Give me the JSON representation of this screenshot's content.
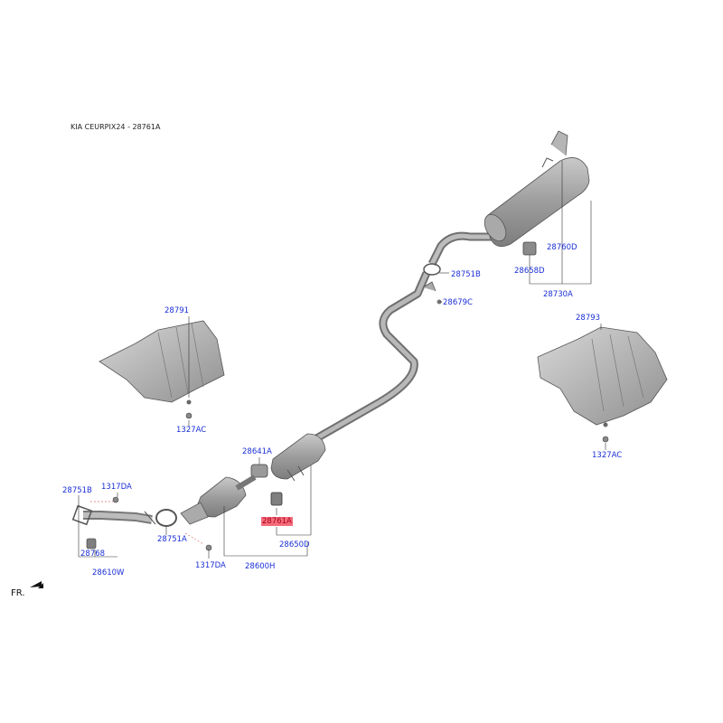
{
  "diagram": {
    "title": "KIA CEURPIX24 - 28761A",
    "front_label": "FR.",
    "highlight_color": "#f26d7d",
    "label_color": "#1a2fd6",
    "part_labels": [
      {
        "id": "28760D",
        "text": "28760D"
      },
      {
        "id": "28658D",
        "text": "28658D"
      },
      {
        "id": "28730A",
        "text": "28730A"
      },
      {
        "id": "28751B_top",
        "text": "28751B"
      },
      {
        "id": "28679C",
        "text": "28679C"
      },
      {
        "id": "28791",
        "text": "28791"
      },
      {
        "id": "28793",
        "text": "28793"
      },
      {
        "id": "1327AC_left",
        "text": "1327AC"
      },
      {
        "id": "1327AC_right",
        "text": "1327AC"
      },
      {
        "id": "28641A",
        "text": "28641A"
      },
      {
        "id": "28751B_left",
        "text": "28751B"
      },
      {
        "id": "1317DA_top",
        "text": "1317DA"
      },
      {
        "id": "28768",
        "text": "28768"
      },
      {
        "id": "28610W",
        "text": "28610W"
      },
      {
        "id": "28751A",
        "text": "28751A"
      },
      {
        "id": "1317DA_bottom",
        "text": "1317DA"
      },
      {
        "id": "28600H",
        "text": "28600H"
      },
      {
        "id": "28761A",
        "text": "28761A",
        "highlighted": true
      },
      {
        "id": "28650D",
        "text": "28650D"
      }
    ]
  }
}
